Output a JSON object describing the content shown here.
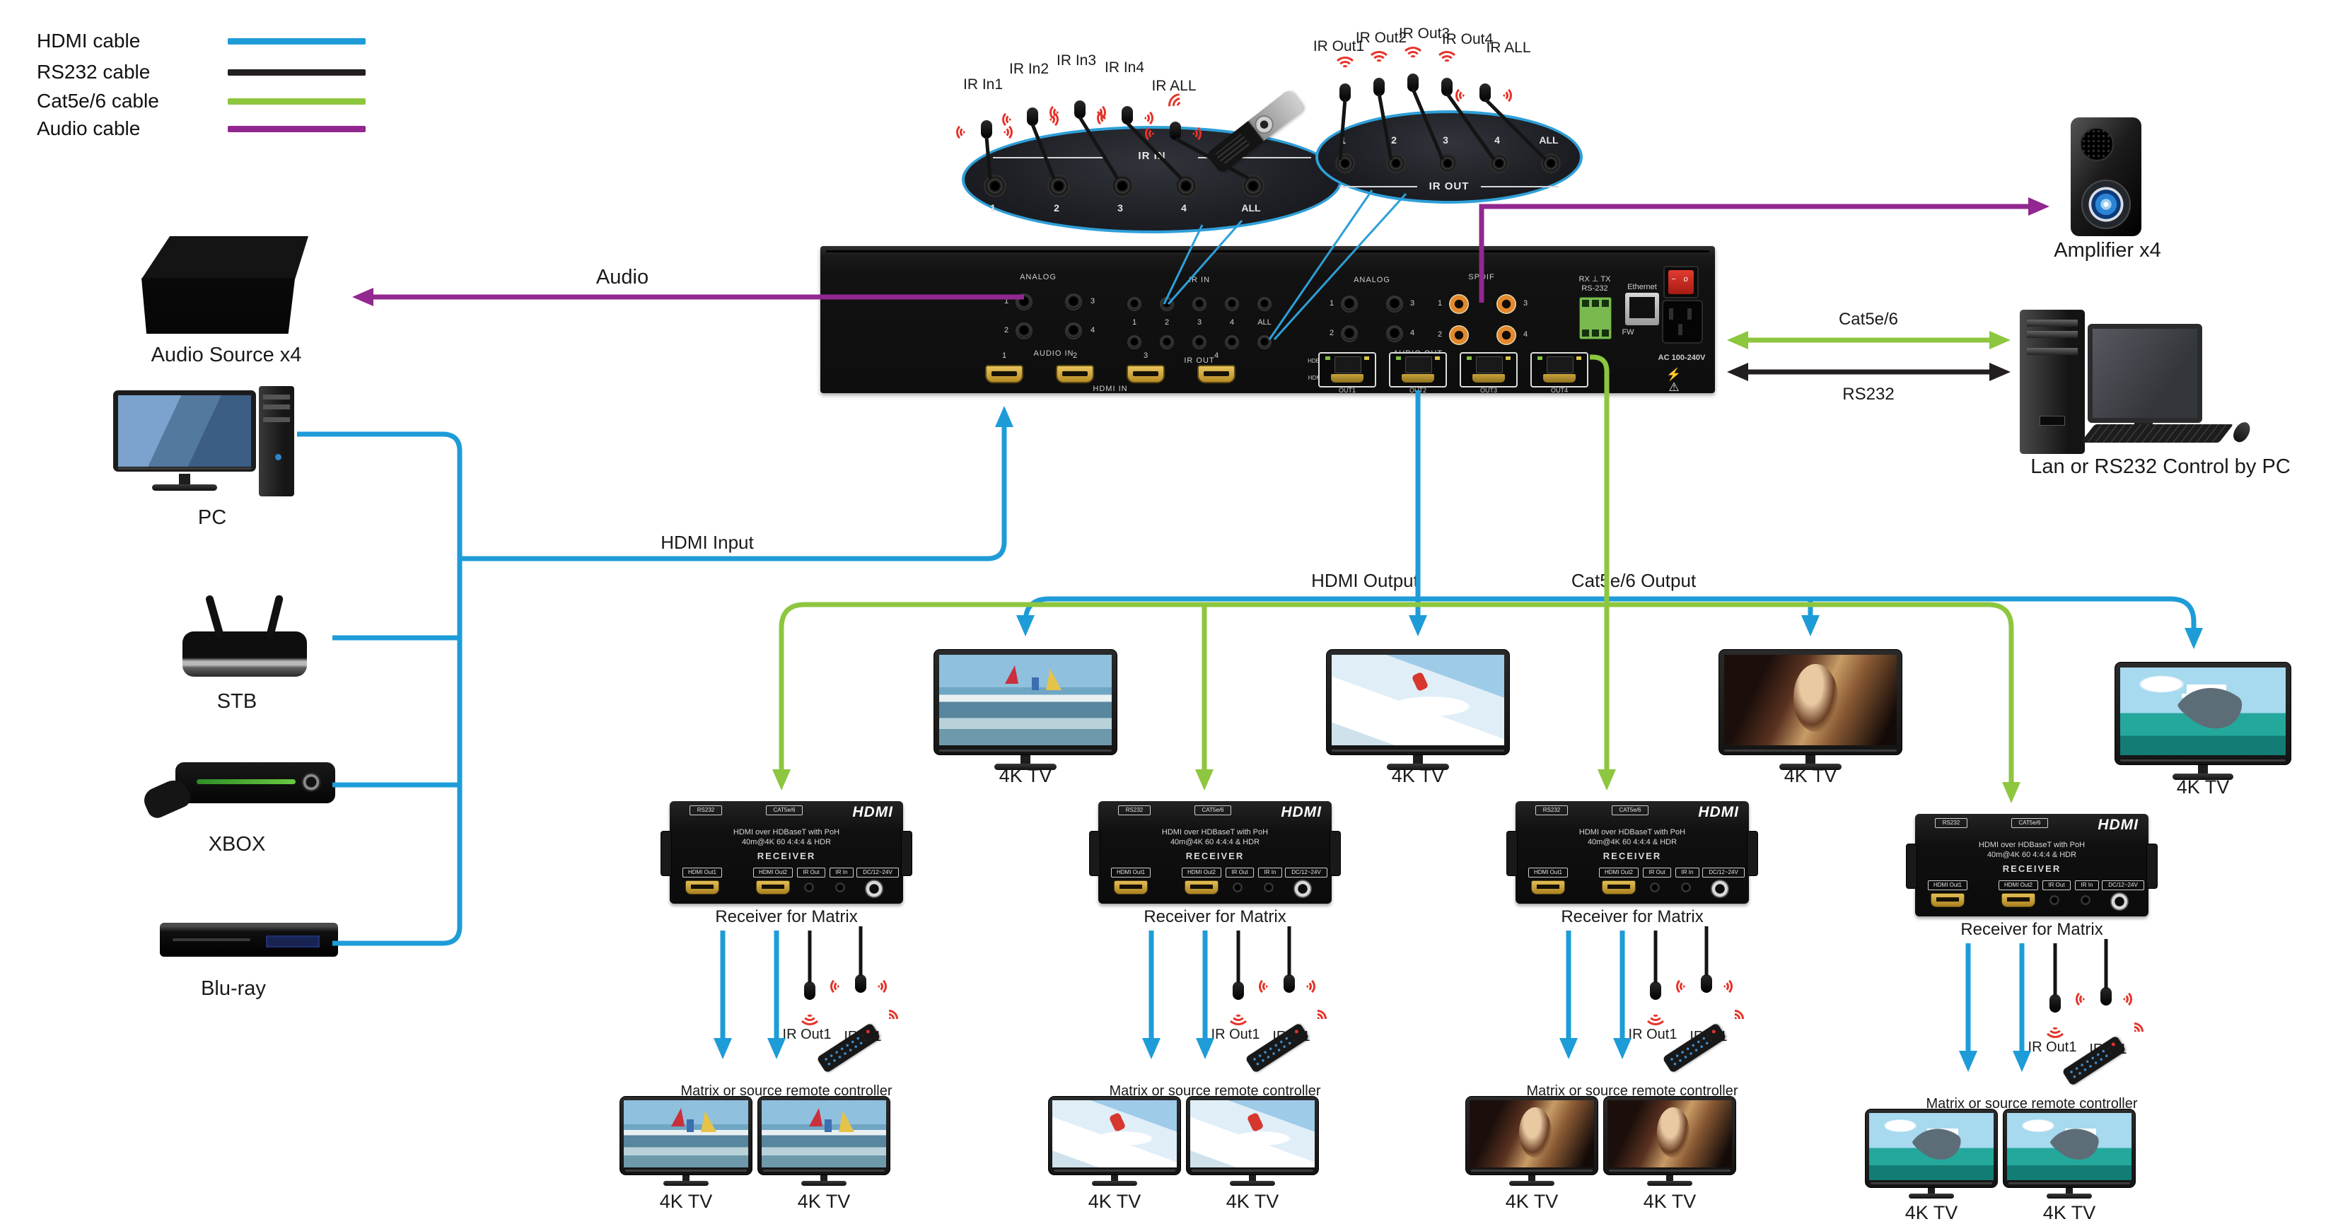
{
  "legend": {
    "items": [
      {
        "label": "HDMI cable",
        "color": "#1E9CD8"
      },
      {
        "label": "RS232 cable",
        "color": "#231F20"
      },
      {
        "label": "Cat5e/6 cable",
        "color": "#8DC63F"
      },
      {
        "label": "Audio cable",
        "color": "#92278F"
      }
    ]
  },
  "sources": {
    "audio": "Audio Source x4",
    "pc": "PC",
    "stb": "STB",
    "xbox": "XBOX",
    "bluray": "Blu-ray"
  },
  "labels": {
    "audio": "Audio",
    "hdmi_input": "HDMI Input",
    "hdmi_output": "HDMI Output",
    "cat_output": "Cat5e/6 Output",
    "cat": "Cat5e/6",
    "rs232": "RS232",
    "tv_remote": "TV remote",
    "amplifier": "Amplifier x4",
    "control_pc": "Lan or RS232 Control by PC"
  },
  "ir_in": {
    "title": "IR IN",
    "ports": [
      "1",
      "2",
      "3",
      "4",
      "ALL"
    ],
    "emitters": [
      "IR In1",
      "IR In2",
      "IR In3",
      "IR In4",
      "IR ALL"
    ]
  },
  "ir_out": {
    "title": "IR OUT",
    "ports": [
      "1",
      "2",
      "3",
      "4",
      "ALL"
    ],
    "emitters": [
      "IR Out1",
      "IR Out2",
      "IR Out3",
      "IR Out4",
      "IR ALL"
    ]
  },
  "matrix": {
    "analog": "ANALOG",
    "audio_in": "AUDIO IN",
    "hdmi_in": "HDMI IN",
    "in_nums": [
      "1",
      "2",
      "3",
      "4"
    ],
    "ir_in": "IR IN",
    "ir_out": "IR OUT",
    "ir_cols": [
      "1",
      "2",
      "3",
      "4",
      "ALL"
    ],
    "analog2": "ANALOG",
    "spdif": "SPDIF",
    "audio_out": "AUDIO OUT",
    "jack_nums": [
      "1",
      "3",
      "2",
      "4"
    ],
    "rx_tx": "RX ⊥ TX",
    "rs232": "RS-232",
    "fw": "FW",
    "ethernet": "Ethernet",
    "ac": "AC 100-240V",
    "outs": [
      "OUT1",
      "OUT2",
      "OUT3",
      "OUT4"
    ],
    "hdbt": "HDBT",
    "hdmi": "HDMI"
  },
  "receiver": {
    "rs232_tag": "RS232",
    "cat_tag": "CAT5e/6",
    "brand": "HDMI",
    "line1": "HDMI over HDBaseT with PoH",
    "line2": "40m@4K 60 4:4:4 & HDR",
    "line3": "RECEIVER",
    "ports": [
      "HDMI Out1",
      "HDMI Out2",
      "IR Out",
      "IR In",
      "DC/12~24V"
    ],
    "label": "Receiver for Matrix"
  },
  "group": {
    "ir_out": "IR Out1",
    "ir_in": "IR In1",
    "remote": "Matrix or source remote controller"
  },
  "tv": {
    "label": "4K TV"
  },
  "colors": {
    "hdmi_cable": "#1E9CD8",
    "rs232_cable": "#231F20",
    "cat_cable": "#8DC63F",
    "audio_cable": "#92278F",
    "ir_wave": "#E6332A"
  }
}
